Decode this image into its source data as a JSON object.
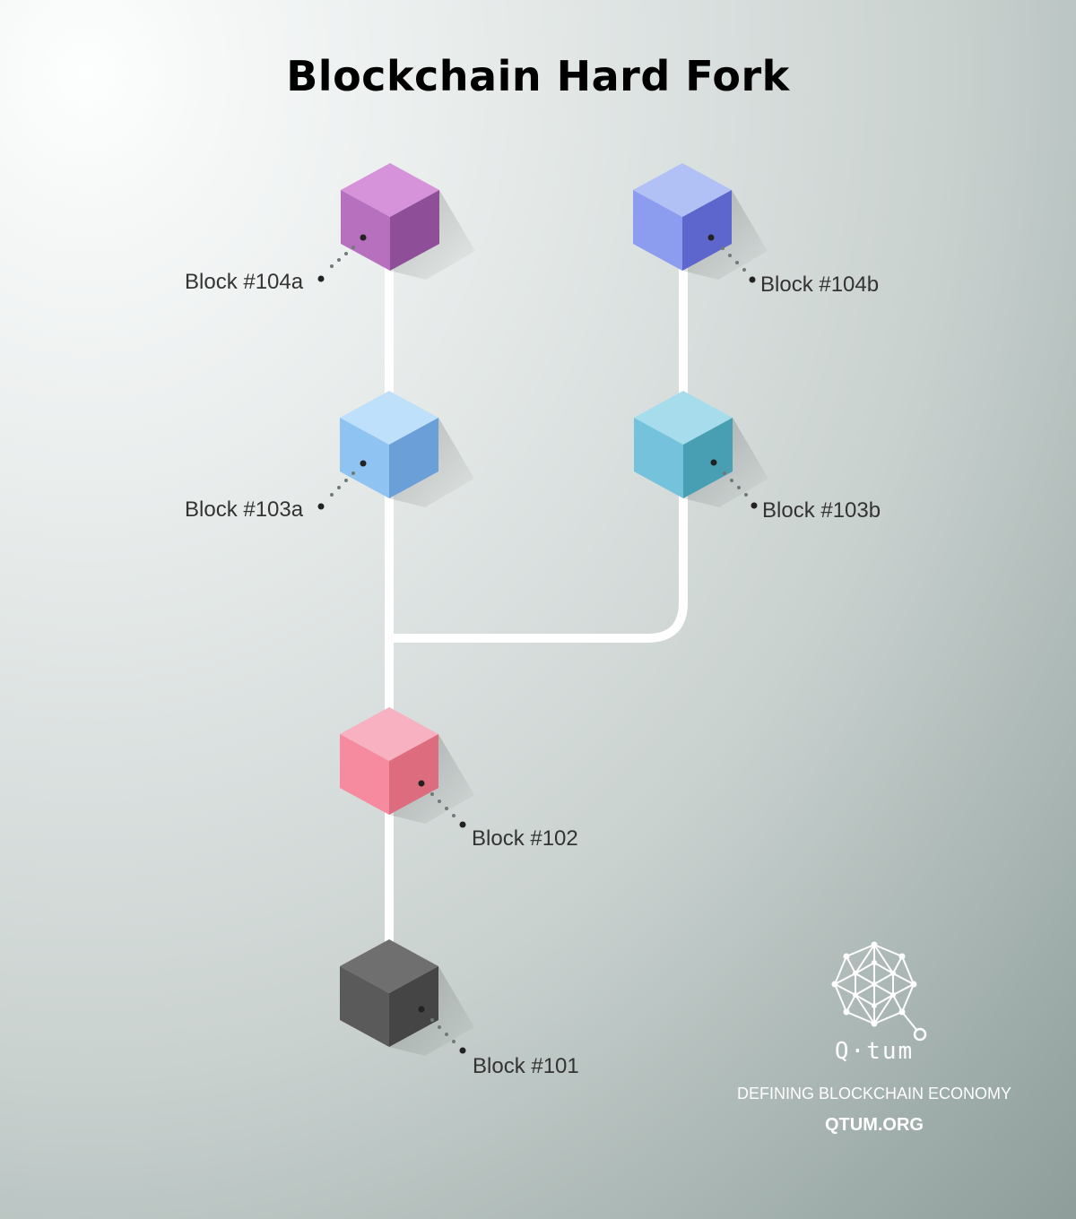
{
  "title": "Blockchain Hard Fork",
  "blocks": [
    {
      "id": "101",
      "label": "Block #101",
      "colors": {
        "top": "#6f6f6f",
        "left": "#5a5a5a",
        "right": "#454545"
      }
    },
    {
      "id": "102",
      "label": "Block #102",
      "colors": {
        "top": "#f7b1c0",
        "left": "#f68a9f",
        "right": "#dd6c7e"
      }
    },
    {
      "id": "103a",
      "label": "Block #103a",
      "colors": {
        "top": "#bfe0fa",
        "left": "#8fc3f1",
        "right": "#6b9fd8"
      }
    },
    {
      "id": "104a",
      "label": "Block #104a",
      "colors": {
        "top": "#d793d9",
        "left": "#b770be",
        "right": "#8f4f98"
      }
    },
    {
      "id": "103b",
      "label": "Block #103b",
      "colors": {
        "top": "#a6dcec",
        "left": "#75c2dd",
        "right": "#489fb4"
      }
    },
    {
      "id": "104b",
      "label": "Block #104b",
      "colors": {
        "top": "#b1c1f5",
        "left": "#8c9cef",
        "right": "#5d66cc"
      }
    }
  ],
  "chain_color": "#ffffff",
  "logo": {
    "icon": "qtum-network-icon",
    "wordmark": "Q·tum",
    "tagline": "DEFINING BLOCKCHAIN ECONOMY",
    "site": "QTUM.ORG"
  }
}
